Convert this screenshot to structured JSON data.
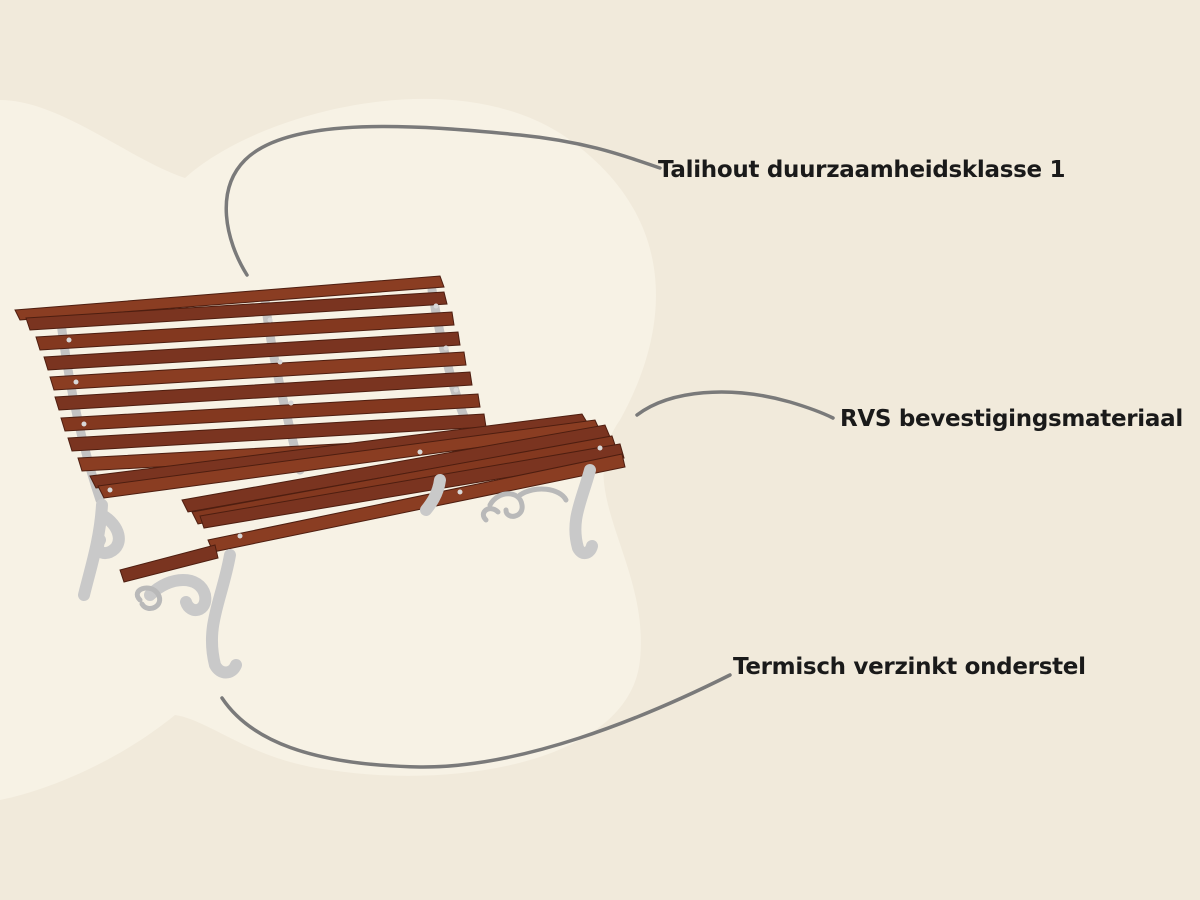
{
  "callouts": {
    "wood": "Talihout duurzaamheidsklasse 1",
    "fasteners": "RVS bevestigingsmateriaal",
    "frame": "Termisch verzinkt onderstel"
  },
  "colors": {
    "background": "#f1eadb",
    "blob": "#f7f2e5",
    "line": "#7a7a7a",
    "wood": "#7a3420",
    "metal": "#c9c9c9",
    "text": "#1a1a1a"
  }
}
